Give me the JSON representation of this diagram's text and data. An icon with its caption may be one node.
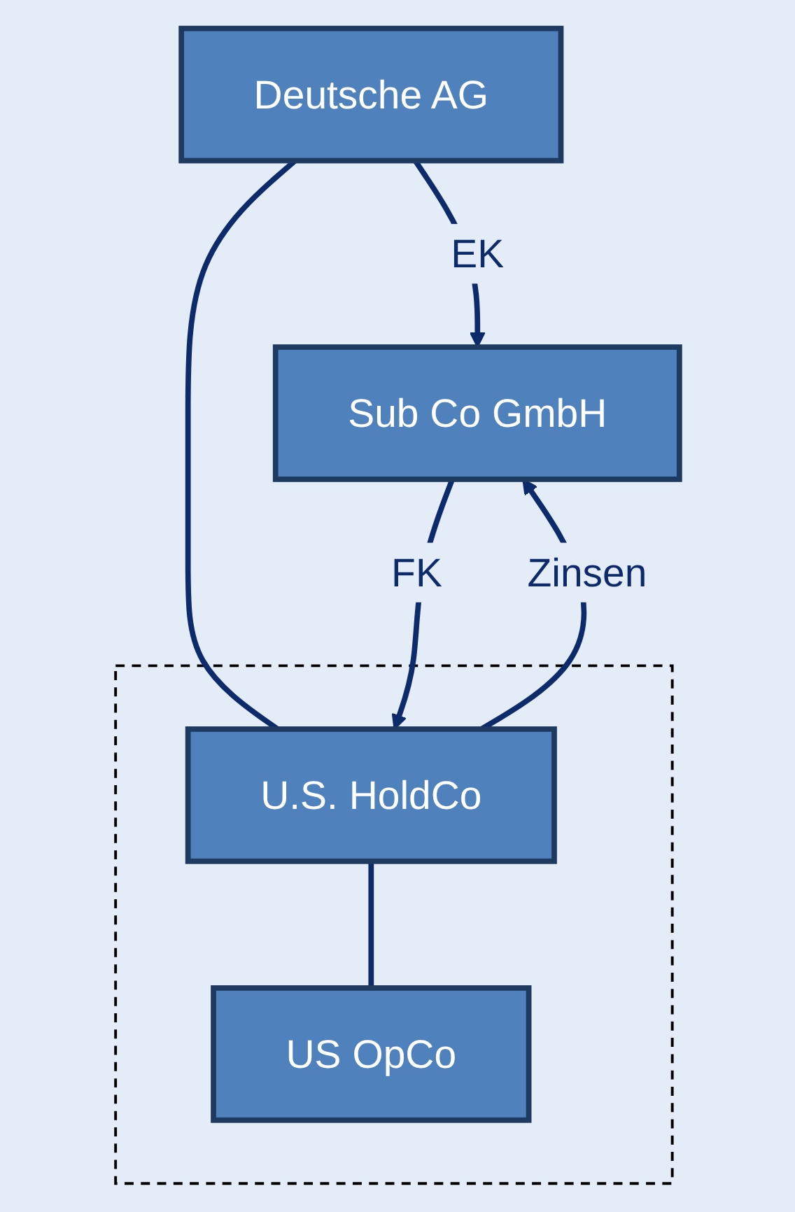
{
  "diagram": {
    "nodes": [
      {
        "text": [
          "Deutsche AG"
        ]
      },
      {
        "text": [
          "Sub Co GmbH"
        ]
      },
      {
        "text": [],
        "shape": "box"
      },
      {
        "text": [
          "U.S. HoldCo"
        ],
        "in": 2
      },
      {
        "text": [
          "US OpCo"
        ],
        "in": 2
      }
    ],
    "edges": [
      {
        "from": 0,
        "to": 1,
        "arrow": "to",
        "label": "EK"
      },
      {
        "from": 0,
        "to": 3,
        "arrow": "none"
      },
      {
        "from": 3,
        "to": 1,
        "arrow": "to",
        "label": "Zinsen"
      },
      {
        "from": 1,
        "to": 3,
        "arrow": "to",
        "label": "FK"
      },
      {
        "from": 3,
        "to": 4,
        "arrow": "none"
      }
    ]
  }
}
